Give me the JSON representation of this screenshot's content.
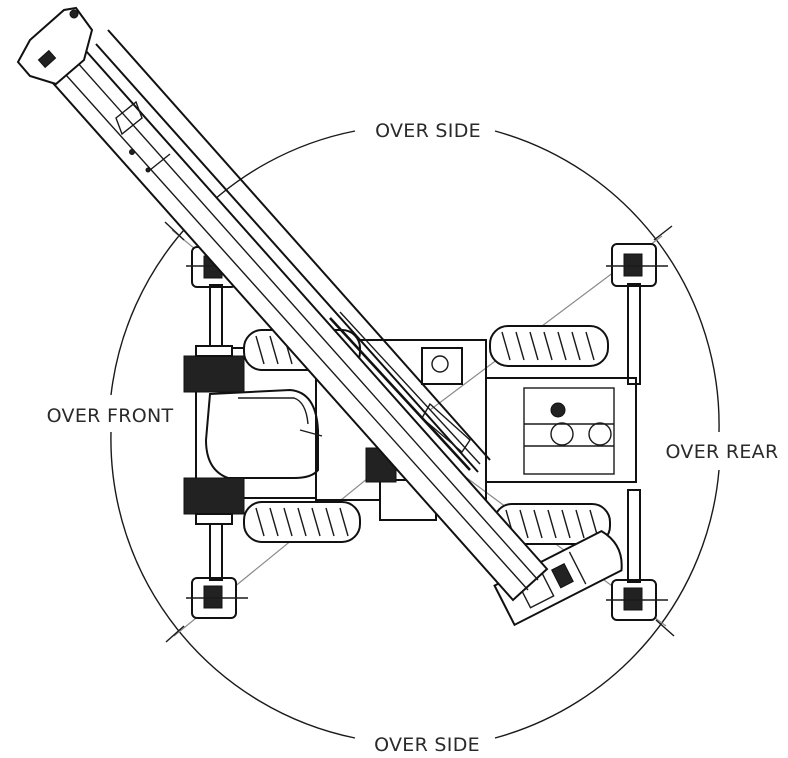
{
  "diagram": {
    "zones": {
      "top": "OVER SIDE",
      "bottom": "OVER SIDE",
      "left": "OVER FRONT",
      "right": "OVER REAR"
    }
  }
}
